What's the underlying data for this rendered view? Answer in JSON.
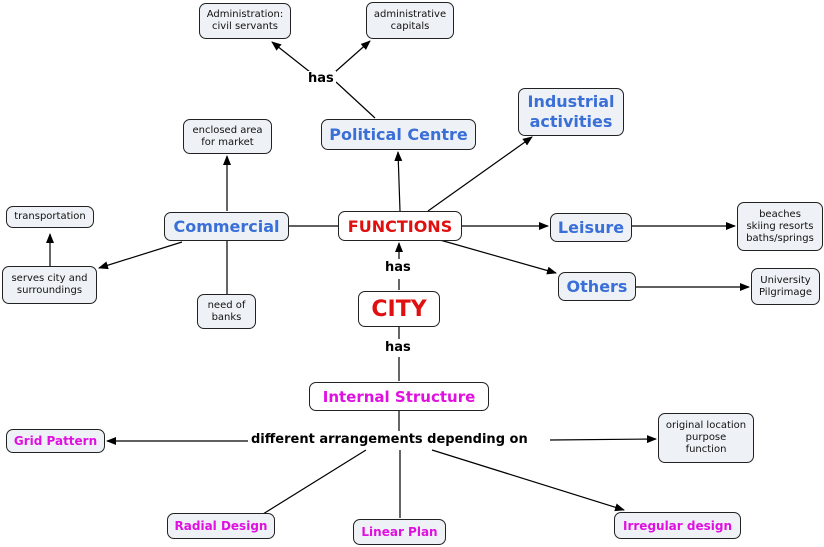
{
  "nodes": {
    "admin_civil": "Administration:\ncivil servants",
    "admin_capitals": "administrative\ncapitals",
    "industrial": "Industrial\nactivities",
    "political": "Political Centre",
    "market": "enclosed area\nfor market",
    "transportation": "transportation",
    "commercial": "Commercial",
    "functions": "FUNCTIONS",
    "leisure": "Leisure",
    "leisure_detail": "beaches\nskiing resorts\nbaths/springs",
    "serves": "serves city and\nsurroundings",
    "others": "Others",
    "others_detail": "University\nPilgrimage",
    "banks": "need of\nbanks",
    "city": "CITY",
    "internal": "Internal Structure",
    "grid": "Grid Pattern",
    "location": "original location\npurpose\nfunction",
    "radial": "Radial Design",
    "linear": "Linear Plan",
    "irregular": "Irregular design"
  },
  "links": {
    "has_top": "has",
    "has_mid": "has",
    "has_bottom": "has",
    "arrangements": "different arrangements depending on"
  },
  "colors": {
    "node_fill": "#eef2f6",
    "blue_text": "#3a6fd8",
    "red_text": "#e01010",
    "magenta_text": "#e010e0",
    "line": "#000000"
  }
}
